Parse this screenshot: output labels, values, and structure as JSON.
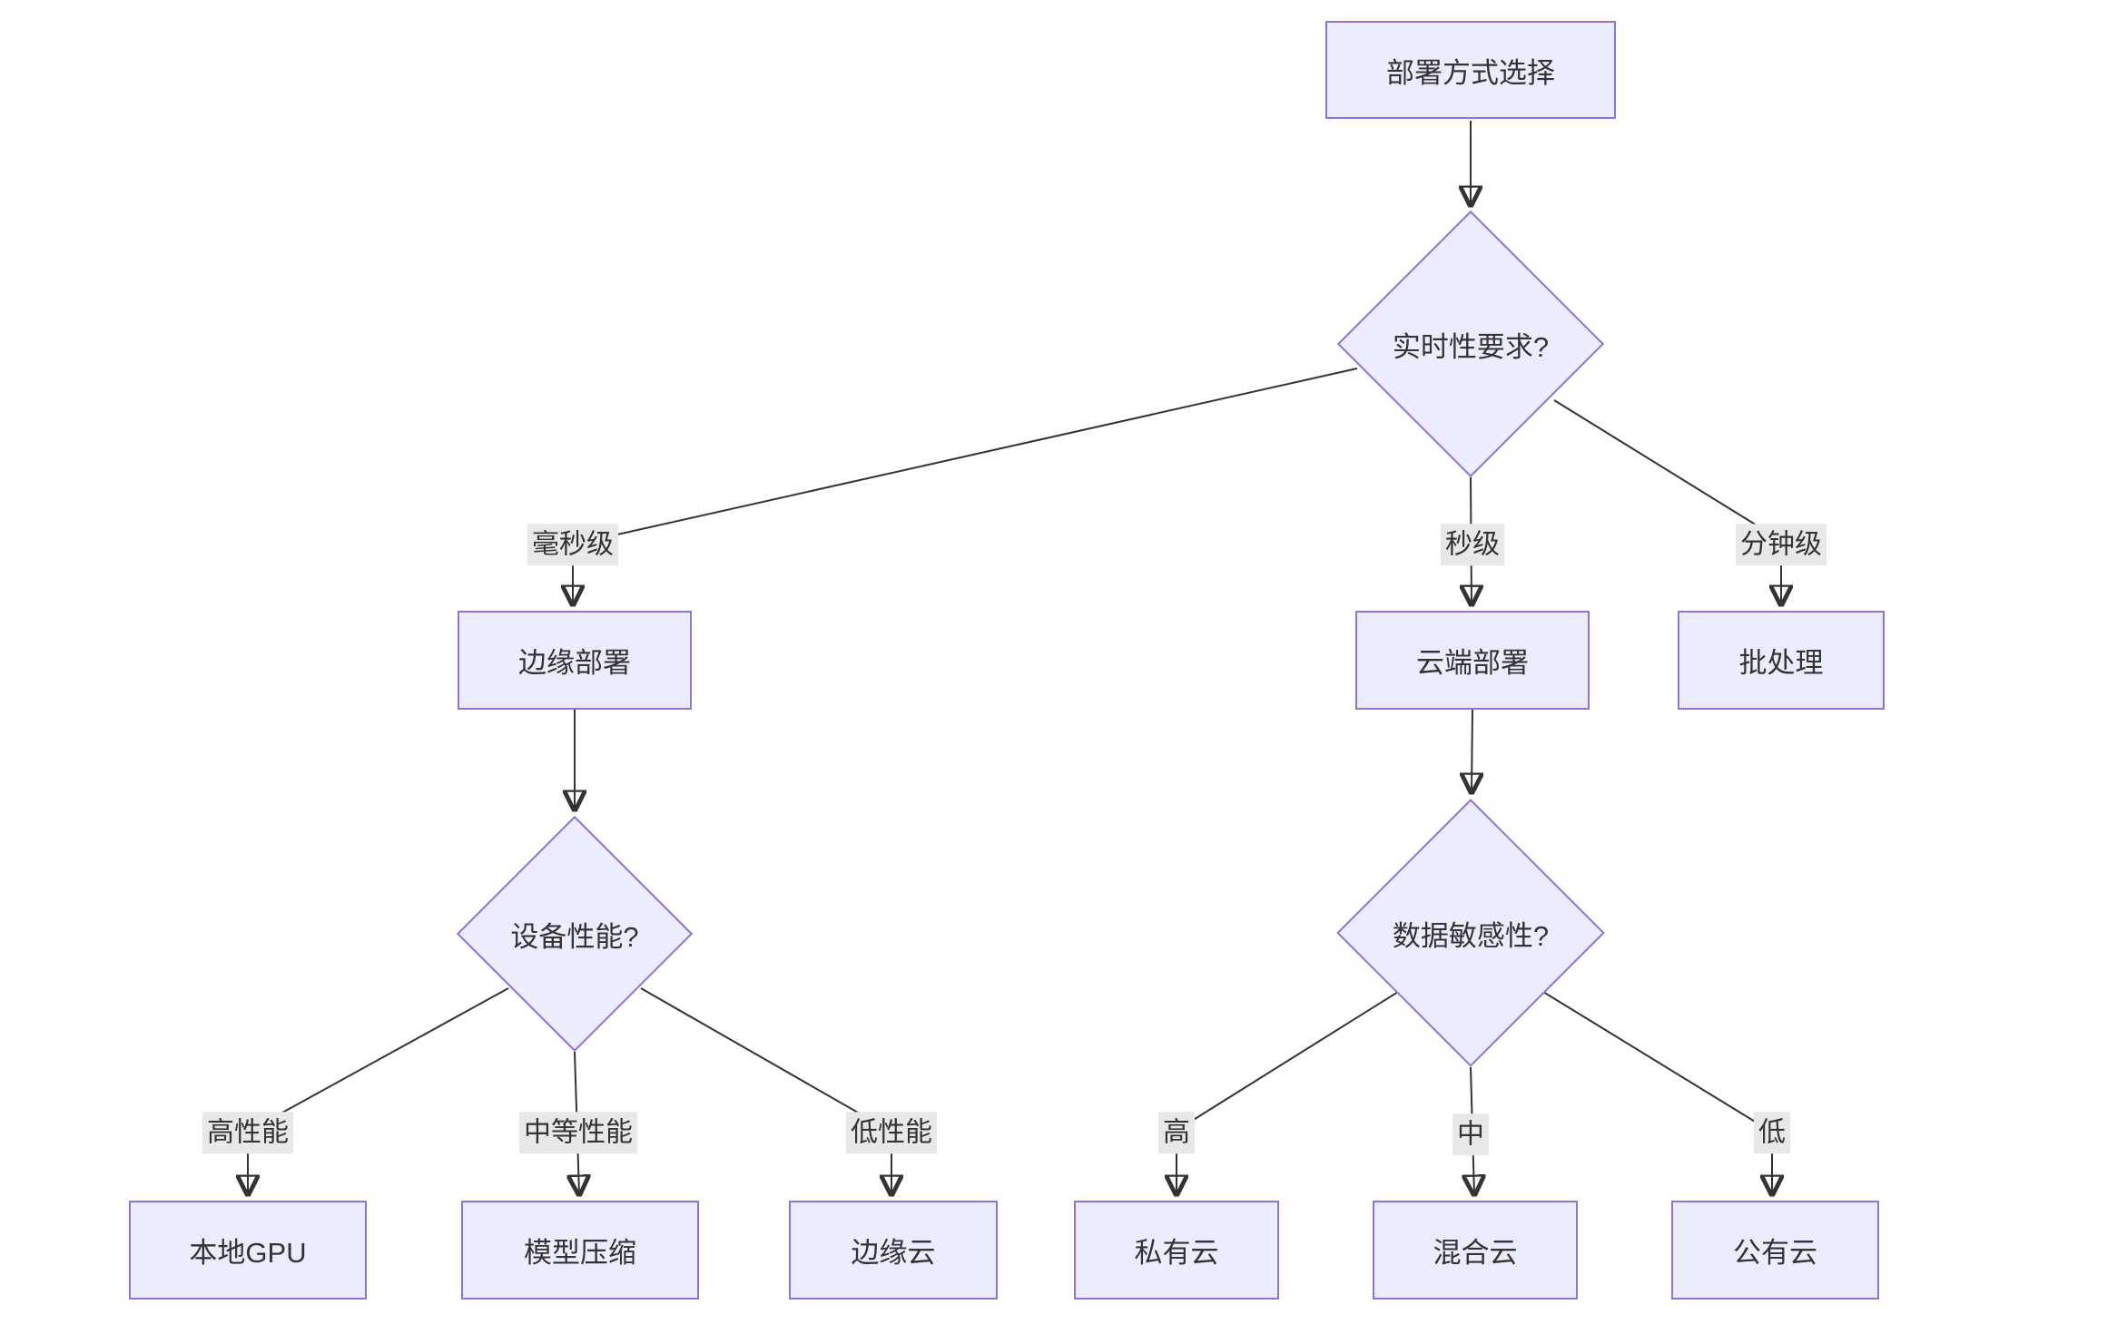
{
  "diagram": {
    "type": "flowchart-decision-tree",
    "nodes": {
      "root": "部署方式选择",
      "realtime": "实时性要求?",
      "edge_deploy": "边缘部署",
      "cloud_deploy": "云端部署",
      "batch": "批处理",
      "device_perf": "设备性能?",
      "data_sensitivity": "数据敏感性?",
      "local_gpu": "本地GPU",
      "model_compress": "模型压缩",
      "edge_cloud": "边缘云",
      "private_cloud": "私有云",
      "hybrid_cloud": "混合云",
      "public_cloud": "公有云"
    },
    "edge_labels": {
      "ms": "毫秒级",
      "sec": "秒级",
      "min": "分钟级",
      "high_perf": "高性能",
      "mid_perf": "中等性能",
      "low_perf": "低性能",
      "high": "高",
      "mid": "中",
      "low": "低"
    },
    "edges": [
      {
        "from": "root",
        "to": "realtime",
        "label": ""
      },
      {
        "from": "realtime",
        "to": "edge_deploy",
        "label": "毫秒级"
      },
      {
        "from": "realtime",
        "to": "cloud_deploy",
        "label": "秒级"
      },
      {
        "from": "realtime",
        "to": "batch",
        "label": "分钟级"
      },
      {
        "from": "edge_deploy",
        "to": "device_perf",
        "label": ""
      },
      {
        "from": "cloud_deploy",
        "to": "data_sensitivity",
        "label": ""
      },
      {
        "from": "device_perf",
        "to": "local_gpu",
        "label": "高性能"
      },
      {
        "from": "device_perf",
        "to": "model_compress",
        "label": "中等性能"
      },
      {
        "from": "device_perf",
        "to": "edge_cloud",
        "label": "低性能"
      },
      {
        "from": "data_sensitivity",
        "to": "private_cloud",
        "label": "高"
      },
      {
        "from": "data_sensitivity",
        "to": "hybrid_cloud",
        "label": "中"
      },
      {
        "from": "data_sensitivity",
        "to": "public_cloud",
        "label": "低"
      }
    ],
    "colors": {
      "node_fill": "#ECECFF",
      "node_border": "#9370DB",
      "edge_line": "#333333",
      "label_bg": "#e8e8e8",
      "text": "#333333",
      "canvas_bg": "#ffffff"
    }
  }
}
